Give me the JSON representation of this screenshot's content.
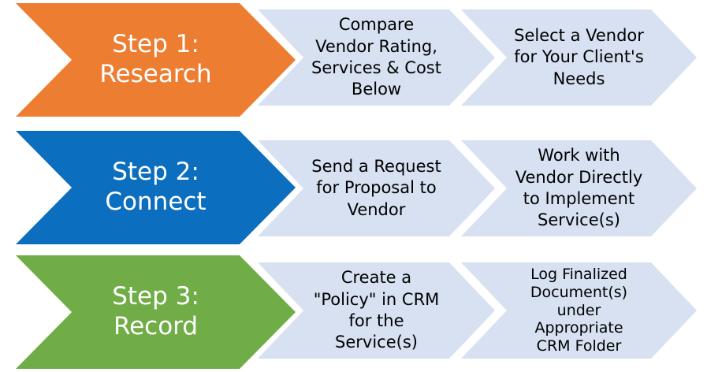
{
  "diagram": {
    "type": "process-chevron-flow",
    "background_color": "#FFFFFF",
    "task_arrow_color": "#D7E1F1",
    "task_text_color": "#000000",
    "step_text_color": "#FFFFFF",
    "rows": [
      {
        "step": {
          "label": "Step 1:\nResearch",
          "color": "#ED7D31"
        },
        "tasks": [
          {
            "label": "Compare\nVendor Rating,\nServices & Cost\nBelow"
          },
          {
            "label": "Select a Vendor\nfor Your Client's\nNeeds"
          }
        ]
      },
      {
        "step": {
          "label": "Step 2:\nConnect",
          "color": "#0C6EBE"
        },
        "tasks": [
          {
            "label": "Send a Request\nfor Proposal to\nVendor"
          },
          {
            "label": "Work with\nVendor Directly\nto Implement\nService(s)"
          }
        ]
      },
      {
        "step": {
          "label": "Step 3:\nRecord",
          "color": "#70AD47"
        },
        "tasks": [
          {
            "label": "Create a\n\"Policy\" in CRM\nfor the\nService(s)"
          },
          {
            "label": "Log Finalized\nDocument(s)\nunder\nAppropriate\nCRM Folder"
          }
        ]
      }
    ]
  }
}
